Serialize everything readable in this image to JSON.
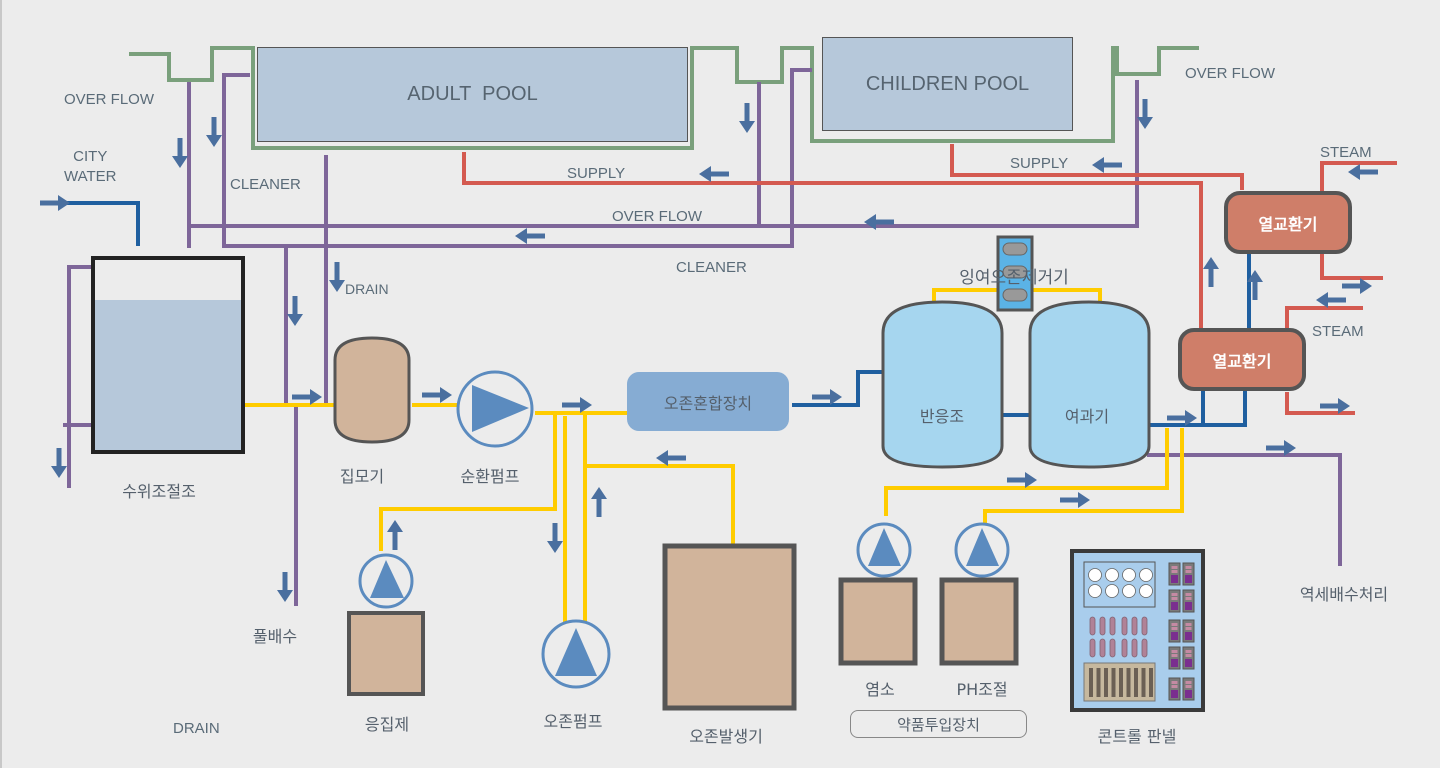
{
  "diagram": {
    "title": "Pool water treatment system",
    "colors": {
      "background": "#ececec",
      "overflow_channel": "#7aa07c",
      "drain_overflow_pipe": "#7e6699",
      "supply_pipe": "#d45a50",
      "treated_water_pipe": "#1f5fa0",
      "chemical_pipe": "#ffcc00",
      "flow_arrow": "#4a6f9f",
      "equipment_tan": "#d1b49b",
      "equipment_blue": "#a6d6ef",
      "heat_exchanger": "#cf7e69"
    },
    "pools": {
      "adult": "ADULT  POOL",
      "children": "CHILDREN POOL"
    },
    "pipe_labels": {
      "overflow_left": "OVER FLOW",
      "overflow_right": "OVER FLOW",
      "overflow_mid": "OVER FLOW",
      "city_water": "CITY\nWATER",
      "cleaner_left": "CLEANER",
      "cleaner_mid": "CLEANER",
      "supply_left": "SUPPLY",
      "supply_right": "SUPPLY",
      "drain_top": "DRAIN",
      "drain_bottom": "DRAIN",
      "steam_top": "STEAM",
      "steam_mid": "STEAM"
    },
    "equipment": {
      "balance_tank": "수위조절조",
      "strainer": "집모기",
      "circulation_pump": "순환펌프",
      "ozone_mixer": "오존혼합장치",
      "reaction_tank": "반응조",
      "filter": "여과기",
      "residual_ozone_remover": "잉여오존제거기",
      "heat_exchanger_top": "열교환기",
      "heat_exchanger_bottom": "열교환기",
      "coagulant": "응집제",
      "ozone_pump": "오존펌프",
      "ozone_generator": "오존발생기",
      "chlorine": "염소",
      "ph_control": "PH조절",
      "chemical_dosing_unit": "약품투입장치",
      "control_panel": "콘트롤 판넬",
      "pool_drain": "풀배수",
      "backwash_treatment": "역세배수처리"
    },
    "icons": {
      "pump": "pump-icon",
      "flow_arrow": "arrow-icon"
    }
  }
}
